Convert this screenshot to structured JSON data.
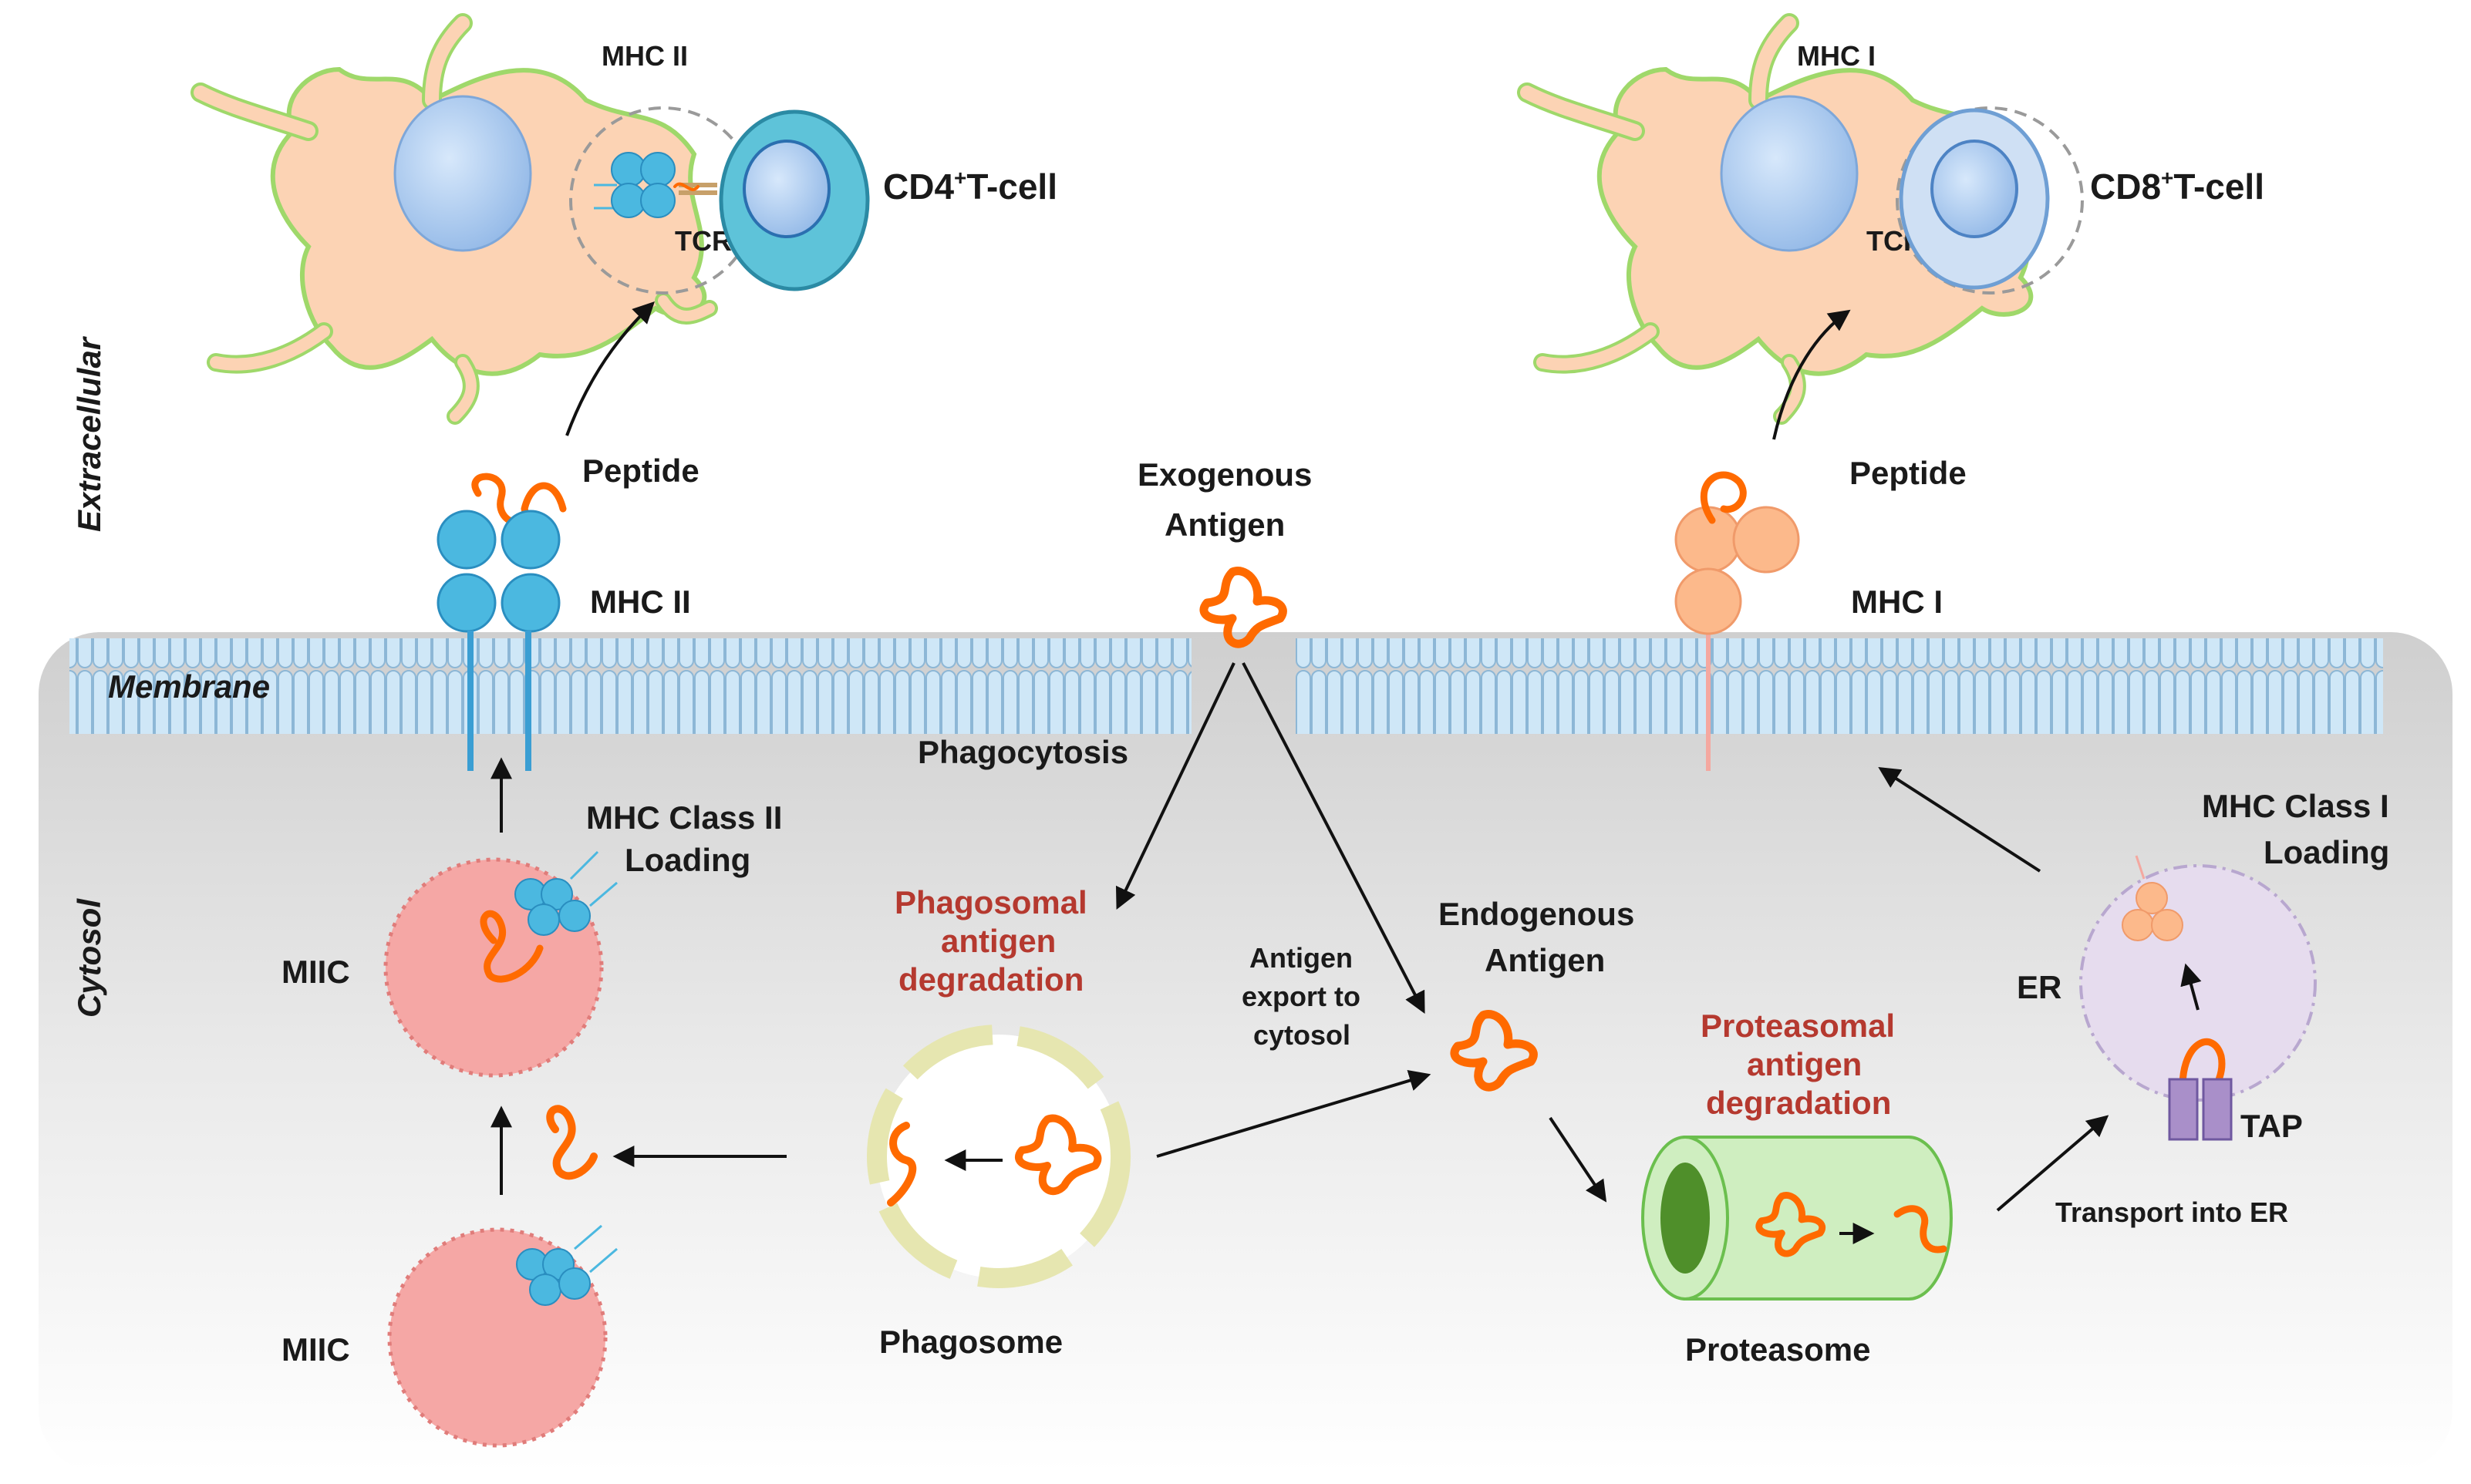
{
  "regions": {
    "extracellular": "Extracellular",
    "membrane": "Membrane",
    "cytosol": "Cytosol"
  },
  "labels": {
    "mhc2_top": "MHC II",
    "tcr_left": "TCR",
    "cd4_main": "CD4",
    "cd4_sup": "+",
    "cd4_tail": "T-cell",
    "mhc1_top": "MHC I",
    "tcr_right": "TCR",
    "cd8_main": "CD8",
    "cd8_sup": "+",
    "cd8_tail": "T-cell",
    "peptide_left": "Peptide",
    "mhc2_membrane": "MHC II",
    "exogenous_1": "Exogenous",
    "exogenous_2": "Antigen",
    "peptide_right": "Peptide",
    "mhc1_membrane": "MHC I",
    "phagocytosis": "Phagocytosis",
    "mhc2_loading_1": "MHC Class II",
    "mhc2_loading_2": "Loading",
    "miic_upper": "MIIC",
    "miic_lower": "MIIC",
    "phago_deg_1": "Phagosomal",
    "phago_deg_2": "antigen",
    "phago_deg_3": "degradation",
    "export_1": "Antigen",
    "export_2": "export to",
    "export_3": "cytosol",
    "endogenous_1": "Endogenous",
    "endogenous_2": "Antigen",
    "proteo_deg_1": "Proteasomal",
    "proteo_deg_2": "antigen",
    "proteo_deg_3": "degradation",
    "phagosome": "Phagosome",
    "proteasome": "Proteasome",
    "er": "ER",
    "tap": "TAP",
    "mhc1_loading_1": "MHC Class I",
    "mhc1_loading_2": "Loading",
    "transport": "Transport into ER"
  },
  "colors": {
    "antigen": "#ff6a00",
    "mhc2": "#4bb8e0",
    "mhc1": "#fcb98b",
    "dendritic_cell": "#fcd3b4",
    "dendritic_outline": "#9fd86a",
    "nucleus": "#a7c9ef",
    "cd4_cell": "#5ec3d9",
    "cd8_cell": "#cfe0f4",
    "miic": "#f5a7a5",
    "phagosome": "#e6e6b0",
    "proteasome": "#cfeec0",
    "er": "#e6dcee",
    "tap": "#a98fc9",
    "red_text": "#b5392f"
  }
}
